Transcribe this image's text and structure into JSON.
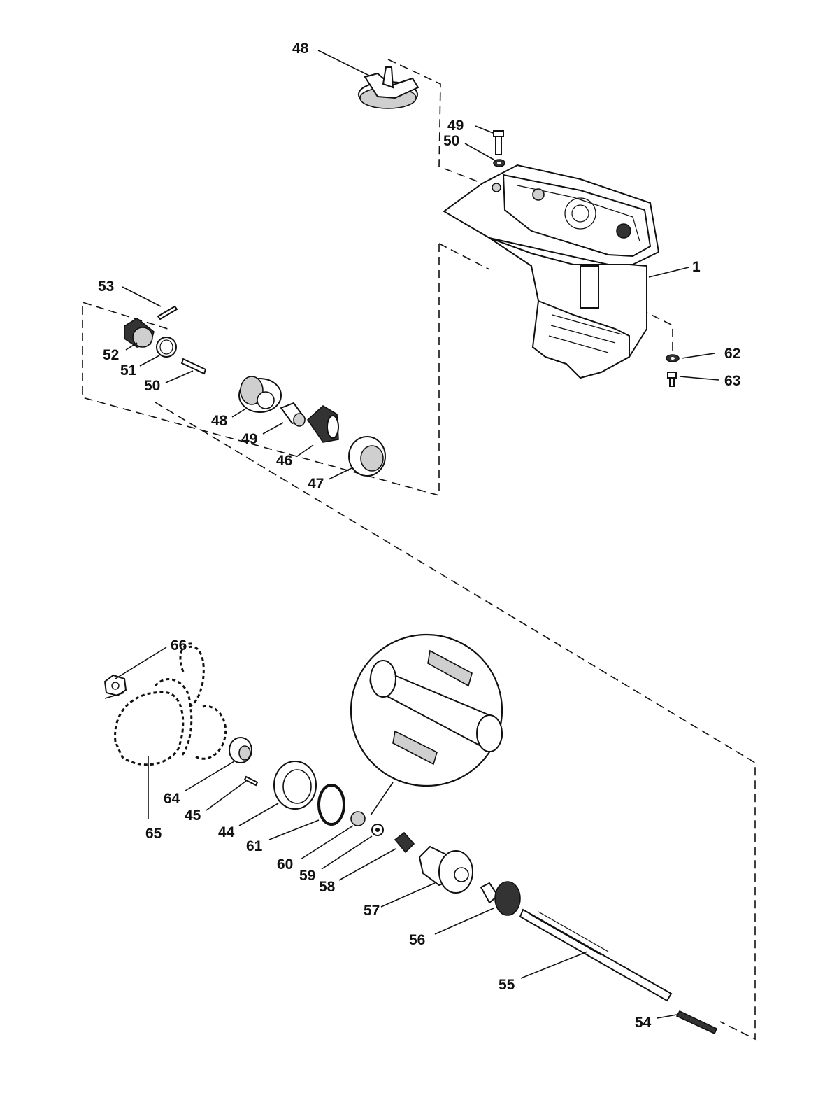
{
  "callouts": [
    {
      "id": "c48a",
      "label": "48"
    },
    {
      "id": "c49a",
      "label": "49"
    },
    {
      "id": "c50a",
      "label": "50"
    },
    {
      "id": "c1",
      "label": "1"
    },
    {
      "id": "c53",
      "label": "53"
    },
    {
      "id": "c52",
      "label": "52"
    },
    {
      "id": "c51",
      "label": "51"
    },
    {
      "id": "c50b",
      "label": "50"
    },
    {
      "id": "c48b",
      "label": "48"
    },
    {
      "id": "c49b",
      "label": "49"
    },
    {
      "id": "c46",
      "label": "46"
    },
    {
      "id": "c47",
      "label": "47"
    },
    {
      "id": "c62",
      "label": "62"
    },
    {
      "id": "c63",
      "label": "63"
    },
    {
      "id": "c66",
      "label": "66"
    },
    {
      "id": "c64",
      "label": "64"
    },
    {
      "id": "c45",
      "label": "45"
    },
    {
      "id": "c65",
      "label": "65"
    },
    {
      "id": "c44",
      "label": "44"
    },
    {
      "id": "c61",
      "label": "61"
    },
    {
      "id": "c60",
      "label": "60"
    },
    {
      "id": "c59",
      "label": "59"
    },
    {
      "id": "c58",
      "label": "58"
    },
    {
      "id": "c57",
      "label": "57"
    },
    {
      "id": "c56",
      "label": "56"
    },
    {
      "id": "c55",
      "label": "55"
    },
    {
      "id": "c54",
      "label": "54"
    }
  ]
}
